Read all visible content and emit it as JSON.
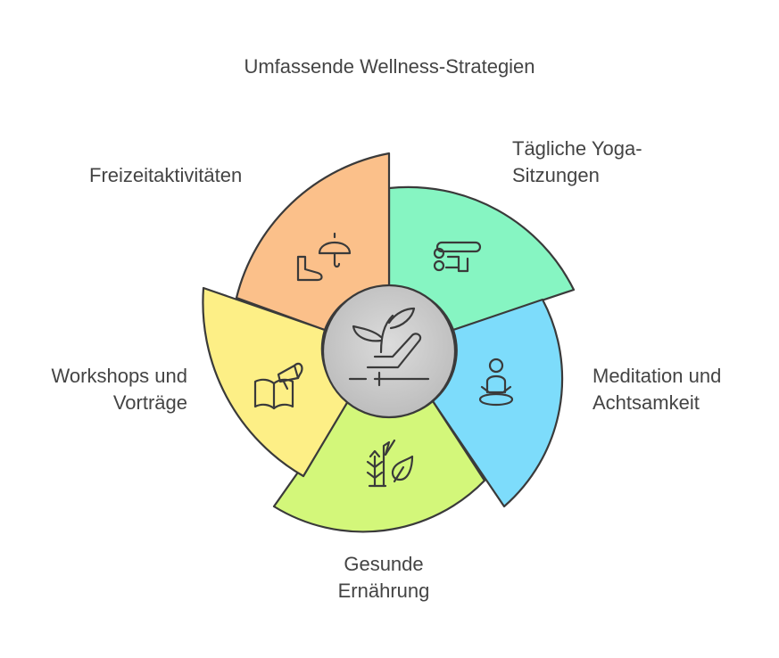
{
  "title": "Umfassende Wellness-Strategien",
  "segments": [
    {
      "key": "yoga",
      "lines": [
        "Tägliche Yoga-",
        "Sitzungen"
      ],
      "color": "#86f5c2",
      "icon": "yoga-pose-icon"
    },
    {
      "key": "meditation",
      "lines": [
        "Meditation und",
        "Achtsamkeit"
      ],
      "color": "#7ddcfb",
      "icon": "meditation-person-icon"
    },
    {
      "key": "nutrition",
      "lines": [
        "Gesunde",
        "Ernährung"
      ],
      "color": "#d3f77a",
      "icon": "plants-leaf-icon"
    },
    {
      "key": "workshops",
      "lines": [
        "Workshops und",
        "Vorträge"
      ],
      "color": "#fdef86",
      "icon": "book-megaphone-icon"
    },
    {
      "key": "leisure",
      "lines": [
        "Freizeitaktivitäten"
      ],
      "color": "#fbc08a",
      "icon": "umbrella-boot-icon"
    }
  ],
  "center": {
    "color": "#cfcfcf",
    "icon": "plant-hand-icon"
  }
}
